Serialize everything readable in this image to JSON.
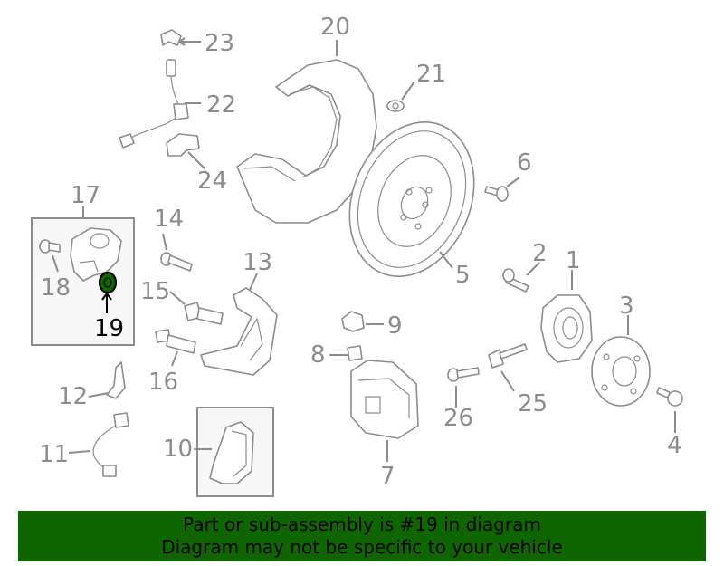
{
  "colors": {
    "line": "#8c8c8c",
    "highlight_fill": "#0f6600",
    "highlight_text": "#000000",
    "banner_bg": "#0f6600",
    "banner_text": "#000000"
  },
  "highlighted_part": "19",
  "callouts": {
    "c1": "1",
    "c2": "2",
    "c3": "3",
    "c4": "4",
    "c5": "5",
    "c6": "6",
    "c7": "7",
    "c8": "8",
    "c9": "9",
    "c10": "10",
    "c11": "11",
    "c12": "12",
    "c13": "13",
    "c14": "14",
    "c15": "15",
    "c16": "16",
    "c17": "17",
    "c18": "18",
    "c19": "19",
    "c20": "20",
    "c21": "21",
    "c22": "22",
    "c23": "23",
    "c24": "24",
    "c25": "25",
    "c26": "26"
  },
  "banner": {
    "line1": "Part or sub-assembly is #19 in diagram",
    "line2": "Diagram may not be specific to your vehicle"
  }
}
